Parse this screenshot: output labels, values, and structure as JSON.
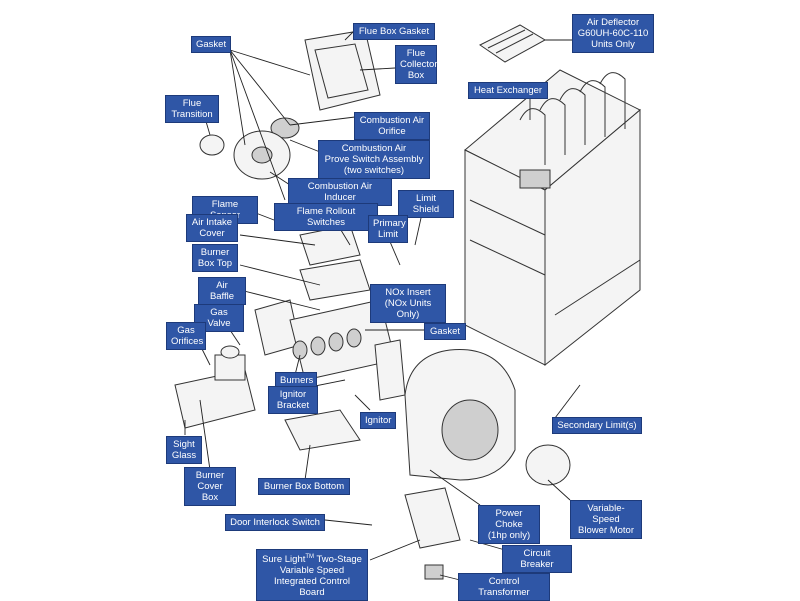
{
  "colors": {
    "label_bg": "#2f56a6",
    "label_text": "#ffffff",
    "line": "#333333"
  },
  "labels": {
    "air_deflector": "Air Deflector\nG60UH-60C-110\nUnits Only",
    "flue_box_gasket": "Flue Box Gasket",
    "gasket_top": "Gasket",
    "flue_collector_box": "Flue\nCollector\nBox",
    "heat_exchanger": "Heat Exchanger",
    "flue_transition": "Flue\nTransition",
    "combustion_air_orifice": "Combustion Air\nOrifice",
    "combustion_air_prove_switch": "Combustion Air\nProve Switch Assembly\n(two switches)",
    "combustion_air_inducer": "Combustion Air Inducer",
    "flame_sensor": "Flame Sensor",
    "flame_rollout_switches": "Flame Rollout Switches",
    "limit_shield": "Limit Shield",
    "air_intake_cover": "Air Intake\nCover",
    "primary_limit": "Primary\nLimit",
    "burner_box_top": "Burner\nBox Top",
    "nox_insert": "NOx Insert\n(NOx Units Only)",
    "air_baffle": "Air Baffle",
    "gas_valve": "Gas Valve",
    "gasket_mid": "Gasket",
    "gas_orifices": "Gas\nOrifices",
    "burners": "Burners",
    "ignitor_bracket": "Ignitor\nBracket",
    "ignitor": "Ignitor",
    "secondary_limits": "Secondary Limit(s)",
    "sight_glass": "Sight\nGlass",
    "burner_cover_box": "Burner\nCover Box",
    "burner_box_bottom": "Burner Box Bottom",
    "power_choke": "Power Choke\n(1hp only)",
    "variable_speed_blower_motor": "Variable-Speed\nBlower Motor",
    "door_interlock_switch": "Door Interlock Switch",
    "circuit_breaker": "Circuit Breaker",
    "control_board_pre": "Sure Light",
    "control_board_tm": "TM",
    "control_board_post": " Two-Stage\nVariable Speed\nIntegrated Control Board",
    "control_transformer": "Control Transformer"
  }
}
